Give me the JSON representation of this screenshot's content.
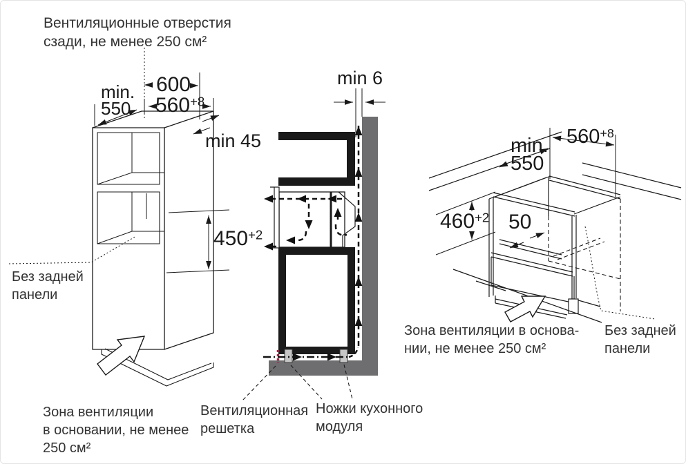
{
  "colors": {
    "line": "#1a1a1a",
    "wall_gray": "#6e6e70",
    "leg_gray": "#c6c6c6",
    "grille_red": "#a22545",
    "label_text": "#333333",
    "dim_text": "#1a1a1a"
  },
  "left_diagram": {
    "top_note": {
      "line1": "Вентиляционные отверстия",
      "line2": "сзади, не менее 250 см²"
    },
    "dim_min_550": {
      "line1": "min.",
      "line2": "550"
    },
    "dim_600": "600",
    "dim_560": {
      "value": "560",
      "tolerance": "+8"
    },
    "dim_min_45": "min 45",
    "dim_450": {
      "value": "450",
      "tolerance": "+2"
    },
    "no_back_panel": {
      "line1": "Без задней",
      "line2": "панели"
    },
    "vent_zone": {
      "line1": "Зона вентиляции",
      "line2": "в основании, не менее",
      "line3": "250 см²"
    }
  },
  "section_diagram": {
    "dim_min_6": "min 6",
    "grille_label": {
      "line1": "Вентиляционная",
      "line2": "решетка"
    },
    "legs_label": {
      "line1": "Ножки кухонного",
      "line2": "модуля"
    }
  },
  "right_diagram": {
    "dim_min_550": {
      "line1": "min.",
      "line2": "550"
    },
    "dim_560": {
      "value": "560",
      "tolerance": "+8"
    },
    "dim_460": {
      "value": "460",
      "tolerance": "+2"
    },
    "dim_50": "50",
    "vent_zone": {
      "line1": "Зона вентиляции в основа-",
      "line2": "нии, не менее 250 см²"
    },
    "no_back_panel": {
      "line1": "Без задней",
      "line2": "панели"
    }
  }
}
